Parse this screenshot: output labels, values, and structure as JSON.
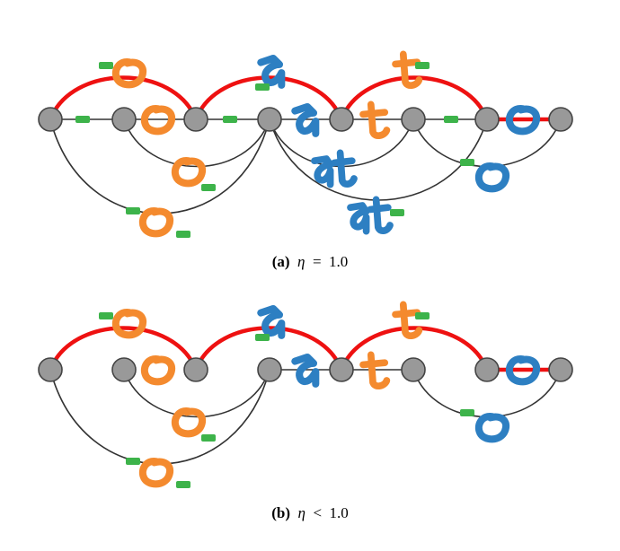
{
  "colors": {
    "node_fill": "#999999",
    "node_stroke": "#444444",
    "edge": "#333333",
    "highlight": "#ee1111",
    "orange": "#f48a2e",
    "blue": "#2d7fc2",
    "green": "#3db34a"
  },
  "panels": [
    {
      "id": "a",
      "caption": {
        "tag": "(a)",
        "symbol": "η",
        "relation": "=",
        "value": "1.0"
      }
    },
    {
      "id": "b",
      "caption": {
        "tag": "(b)",
        "symbol": "η",
        "relation": "<",
        "value": "1.0"
      }
    }
  ]
}
